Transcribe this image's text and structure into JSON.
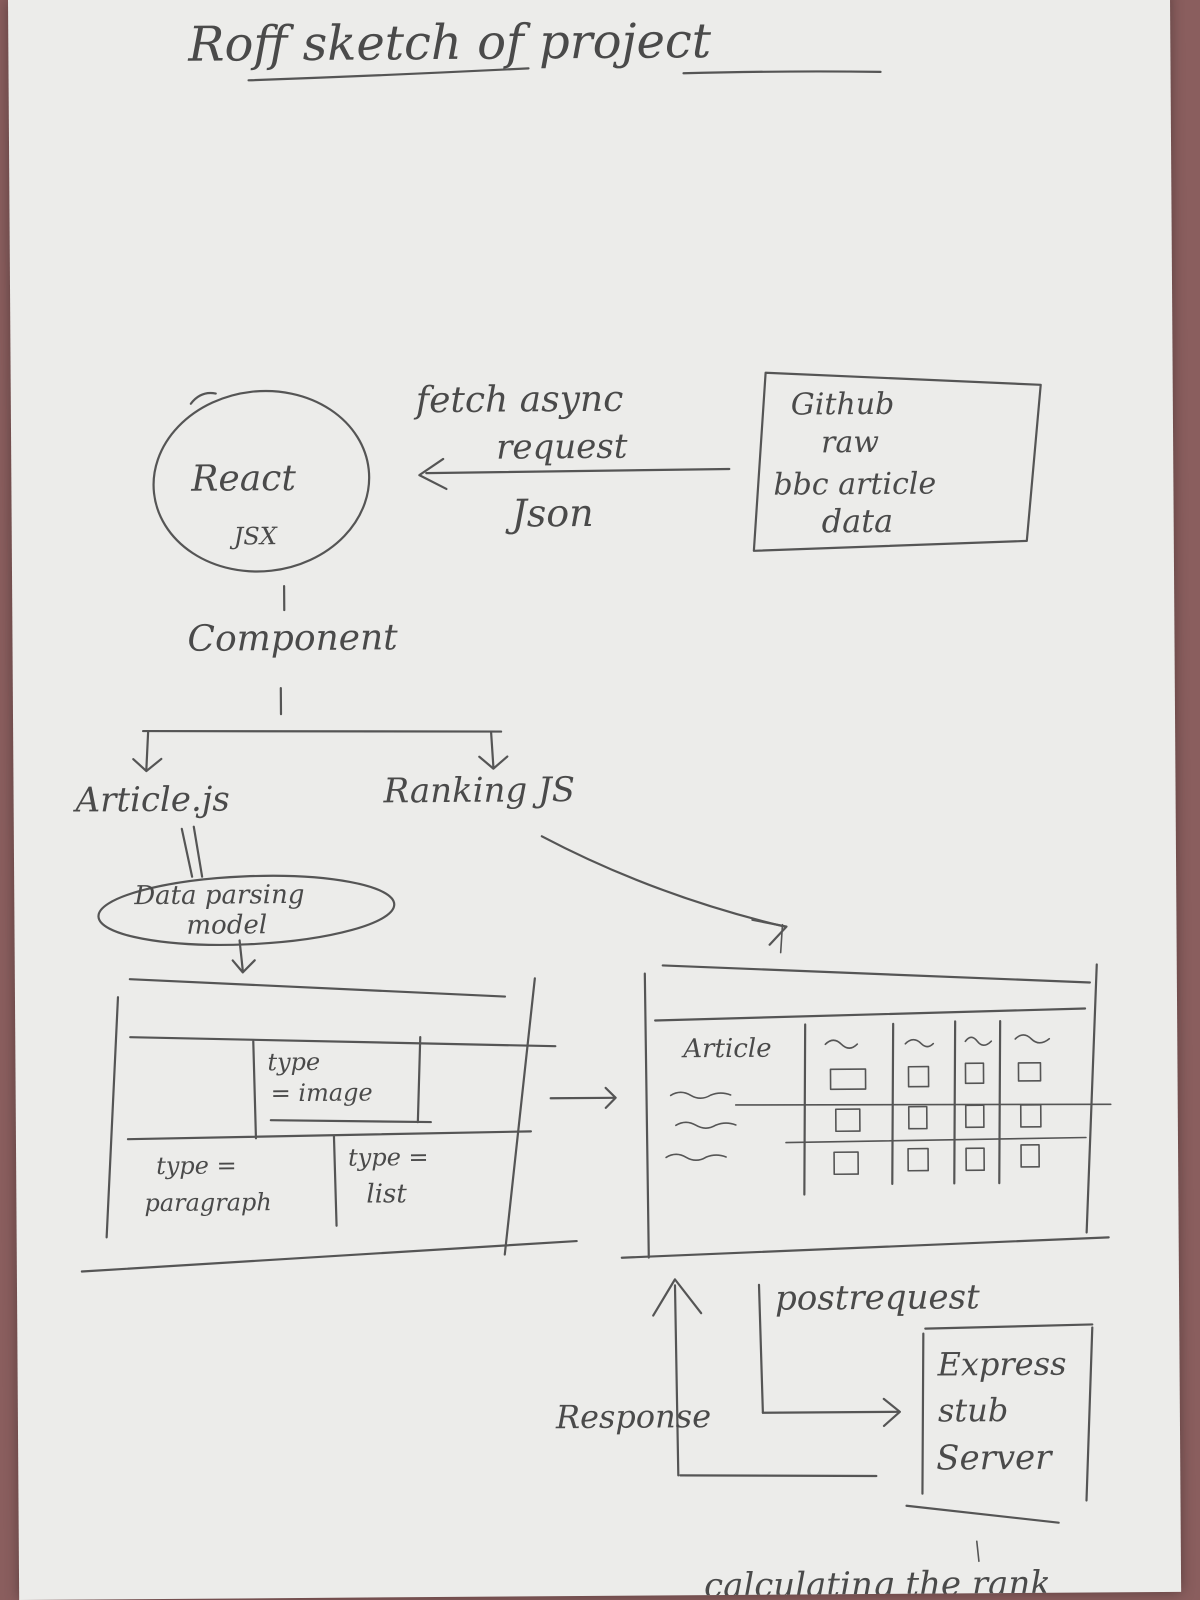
{
  "title": "Roff sketch of project",
  "react_node": {
    "line1": "React",
    "line2": "JSX"
  },
  "fetch_label": {
    "line1": "fetch async",
    "line2": "request"
  },
  "json_label": "Json",
  "github_box": {
    "line1": "Github",
    "line2": "raw",
    "line3": "bbc article",
    "line4": "data"
  },
  "component_label": "Component",
  "article_js": "Article.js",
  "ranking_js": "Ranking JS",
  "data_parsing": {
    "line1": "Data parsing",
    "line2": "model"
  },
  "article_layout": {
    "type_image": {
      "line1": "type",
      "line2": "= image"
    },
    "type_paragraph": {
      "line1": "type =",
      "line2": "paragraph"
    },
    "type_list": {
      "line1": "type =",
      "line2": "list"
    }
  },
  "ranking_table": {
    "header": "Article",
    "rows": 3,
    "columns": 4
  },
  "post_request": "postrequest",
  "response": "Response",
  "express_box": {
    "line1": "Express",
    "line2": "stub",
    "line3": "Server"
  },
  "footer_note": "calculating the rank"
}
